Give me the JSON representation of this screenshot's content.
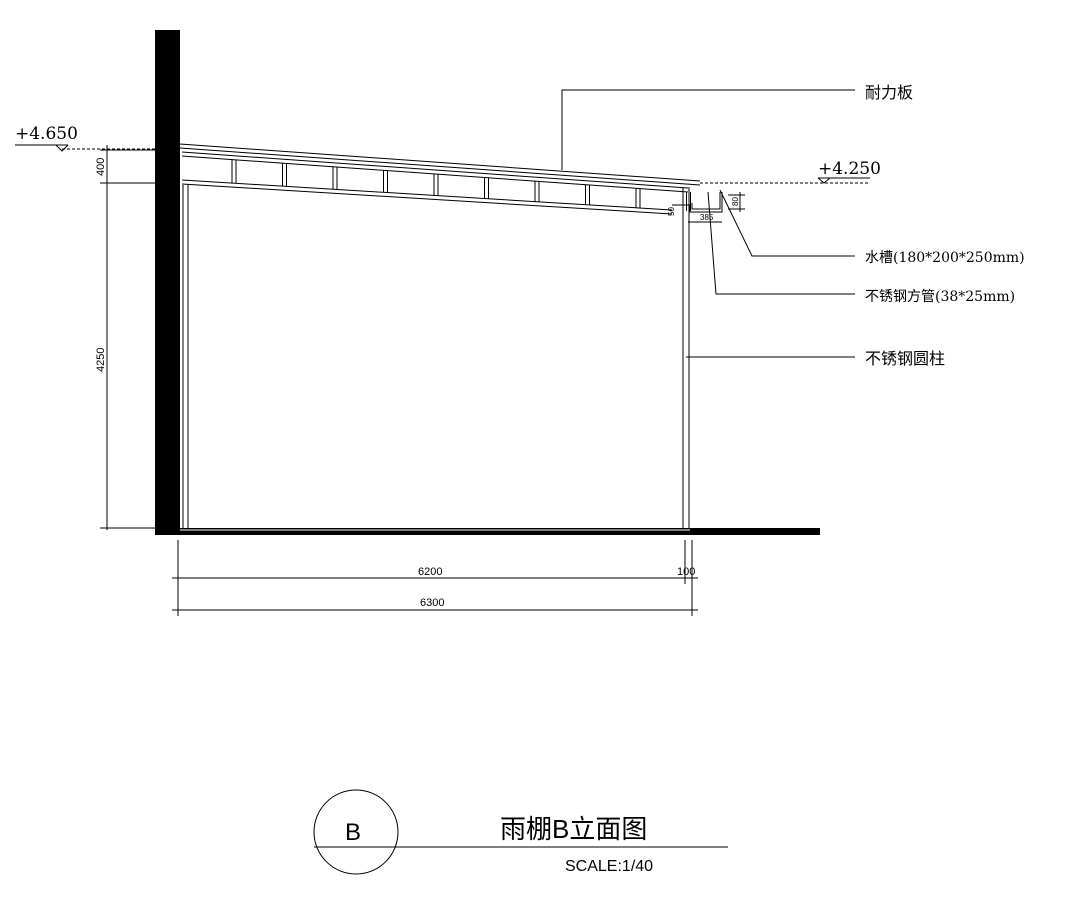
{
  "levels": {
    "top": "+4.650",
    "eave": "+4.250"
  },
  "dimensions": {
    "height_upper": "400",
    "height_main": "4250",
    "span_inner": "6200",
    "column_offset": "100",
    "span_total": "6300",
    "gutter_width": "385",
    "gutter_depth": "80",
    "tube_size": "50"
  },
  "labels": {
    "panel": "耐力板",
    "gutter": "水槽(180*200*250mm)",
    "square_tube": "不锈钢方管(38*25mm)",
    "column": "不锈钢圆柱"
  },
  "title": {
    "marker": "B",
    "name": "雨棚B立面图",
    "scale": "SCALE:1/40"
  }
}
